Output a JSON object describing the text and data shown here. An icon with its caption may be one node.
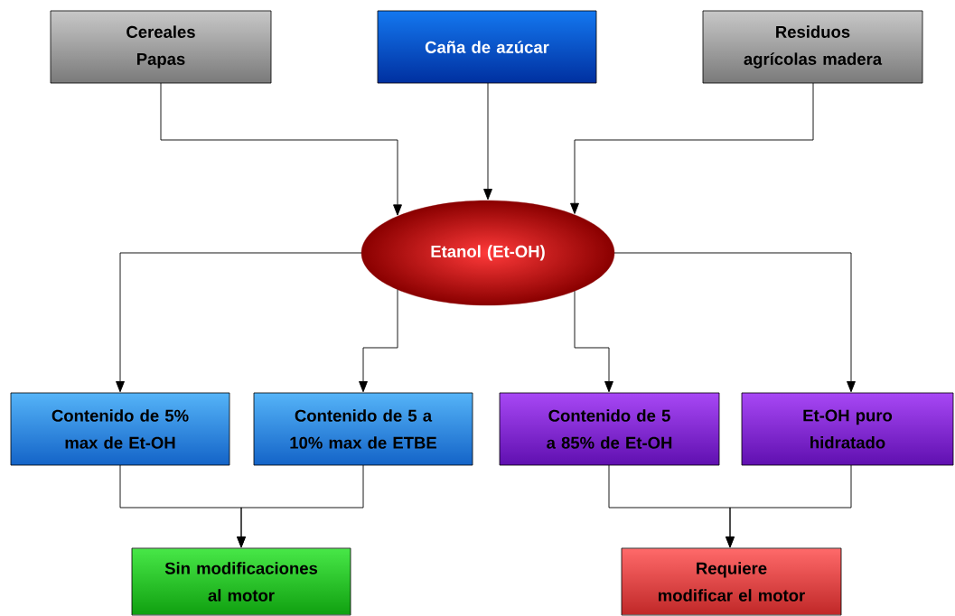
{
  "diagram": {
    "nodes": [
      {
        "text": [
          "Cereales Papas"
        ]
      },
      {
        "text": [
          "Caña de azúcar"
        ]
      },
      {
        "text": [
          "Residuos agrícolas madera"
        ]
      },
      {
        "text": [
          "Etanol (Et-OH)"
        ]
      },
      {
        "text": [
          "Contenido de 5% max de Et-OH"
        ]
      },
      {
        "text": [
          "Contenido de 5 a 10% max de ETBE"
        ]
      },
      {
        "text": [
          "Contenido de 5 a 85% de Et-OH"
        ]
      },
      {
        "text": [
          "Et-OH puro hidratado"
        ]
      },
      {
        "text": [
          "Sin modificaciones al motor"
        ]
      },
      {
        "text": [
          "Requiere modificar el motor"
        ]
      }
    ],
    "edges": [
      {
        "from": 0,
        "to": 3,
        "arrow": "to"
      },
      {
        "from": 1,
        "to": 3,
        "arrow": "to"
      },
      {
        "from": 2,
        "to": 3,
        "arrow": "to"
      },
      {
        "from": 3,
        "to": 4,
        "arrow": "to"
      },
      {
        "from": 3,
        "to": 5,
        "arrow": "to"
      },
      {
        "from": 3,
        "to": 6,
        "arrow": "to"
      },
      {
        "from": 3,
        "to": 7,
        "arrow": "to"
      },
      {
        "from": 4,
        "to": 8,
        "arrow": "to"
      },
      {
        "from": 5,
        "to": 8,
        "arrow": "to"
      },
      {
        "from": 6,
        "to": 9,
        "arrow": "to"
      },
      {
        "from": 7,
        "to": 9,
        "arrow": "to"
      }
    ]
  }
}
